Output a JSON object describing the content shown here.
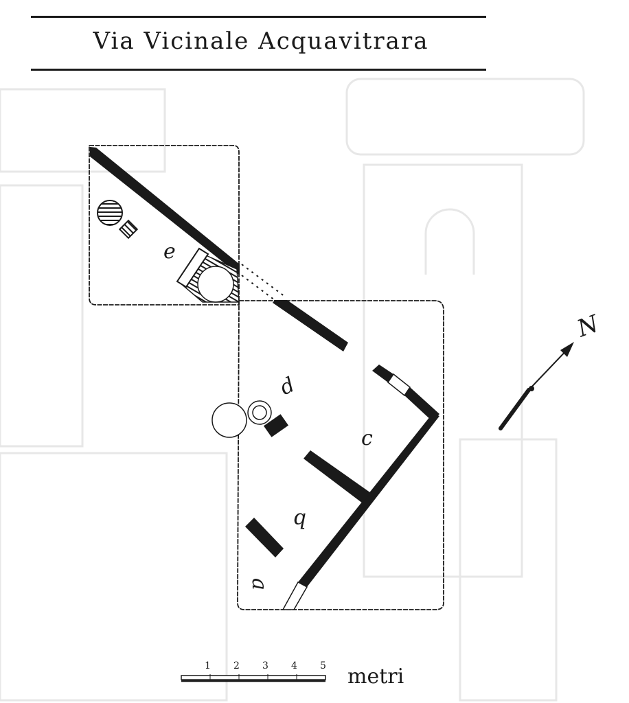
{
  "title": "Via Vicinale Acquavitrara",
  "colors": {
    "ink": "#1a1a1a",
    "paper": "#ffffff",
    "ghost": "#cfcfcf"
  },
  "rooms": {
    "a": "a",
    "b": "b",
    "c": "c",
    "d": "d",
    "e": "e"
  },
  "north_arrow": {
    "label": "N",
    "icon": "north-arrow-icon"
  },
  "scale_bar": {
    "ticks": [
      "1",
      "2",
      "3",
      "4",
      "5"
    ],
    "unit": "metri"
  }
}
